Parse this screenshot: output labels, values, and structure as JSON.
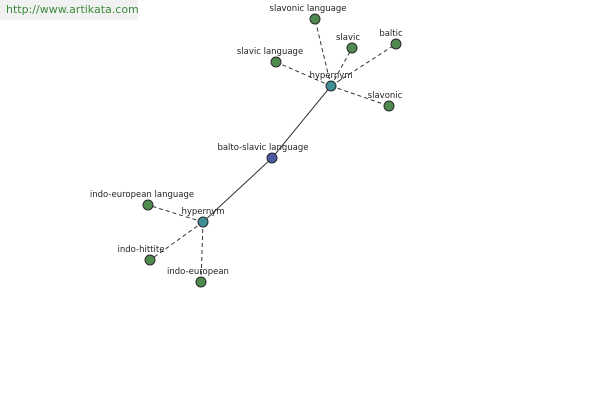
{
  "url": "http://www.artikata.com",
  "colors": {
    "leaf": "#4f8a4f",
    "hub": "#3d8f95",
    "center": "#4a5aa0"
  },
  "labels": {
    "center": "balto-slavic language",
    "hub_top": "hypernym",
    "hub_bottom": "hypernym",
    "top_1": "slavonic language",
    "top_2": "slavic",
    "top_3": "baltic",
    "top_4": "slavic language",
    "top_5": "slavonic",
    "bottom_1": "indo-european language",
    "bottom_2": "indo-hittite",
    "bottom_3": "indo-european"
  }
}
